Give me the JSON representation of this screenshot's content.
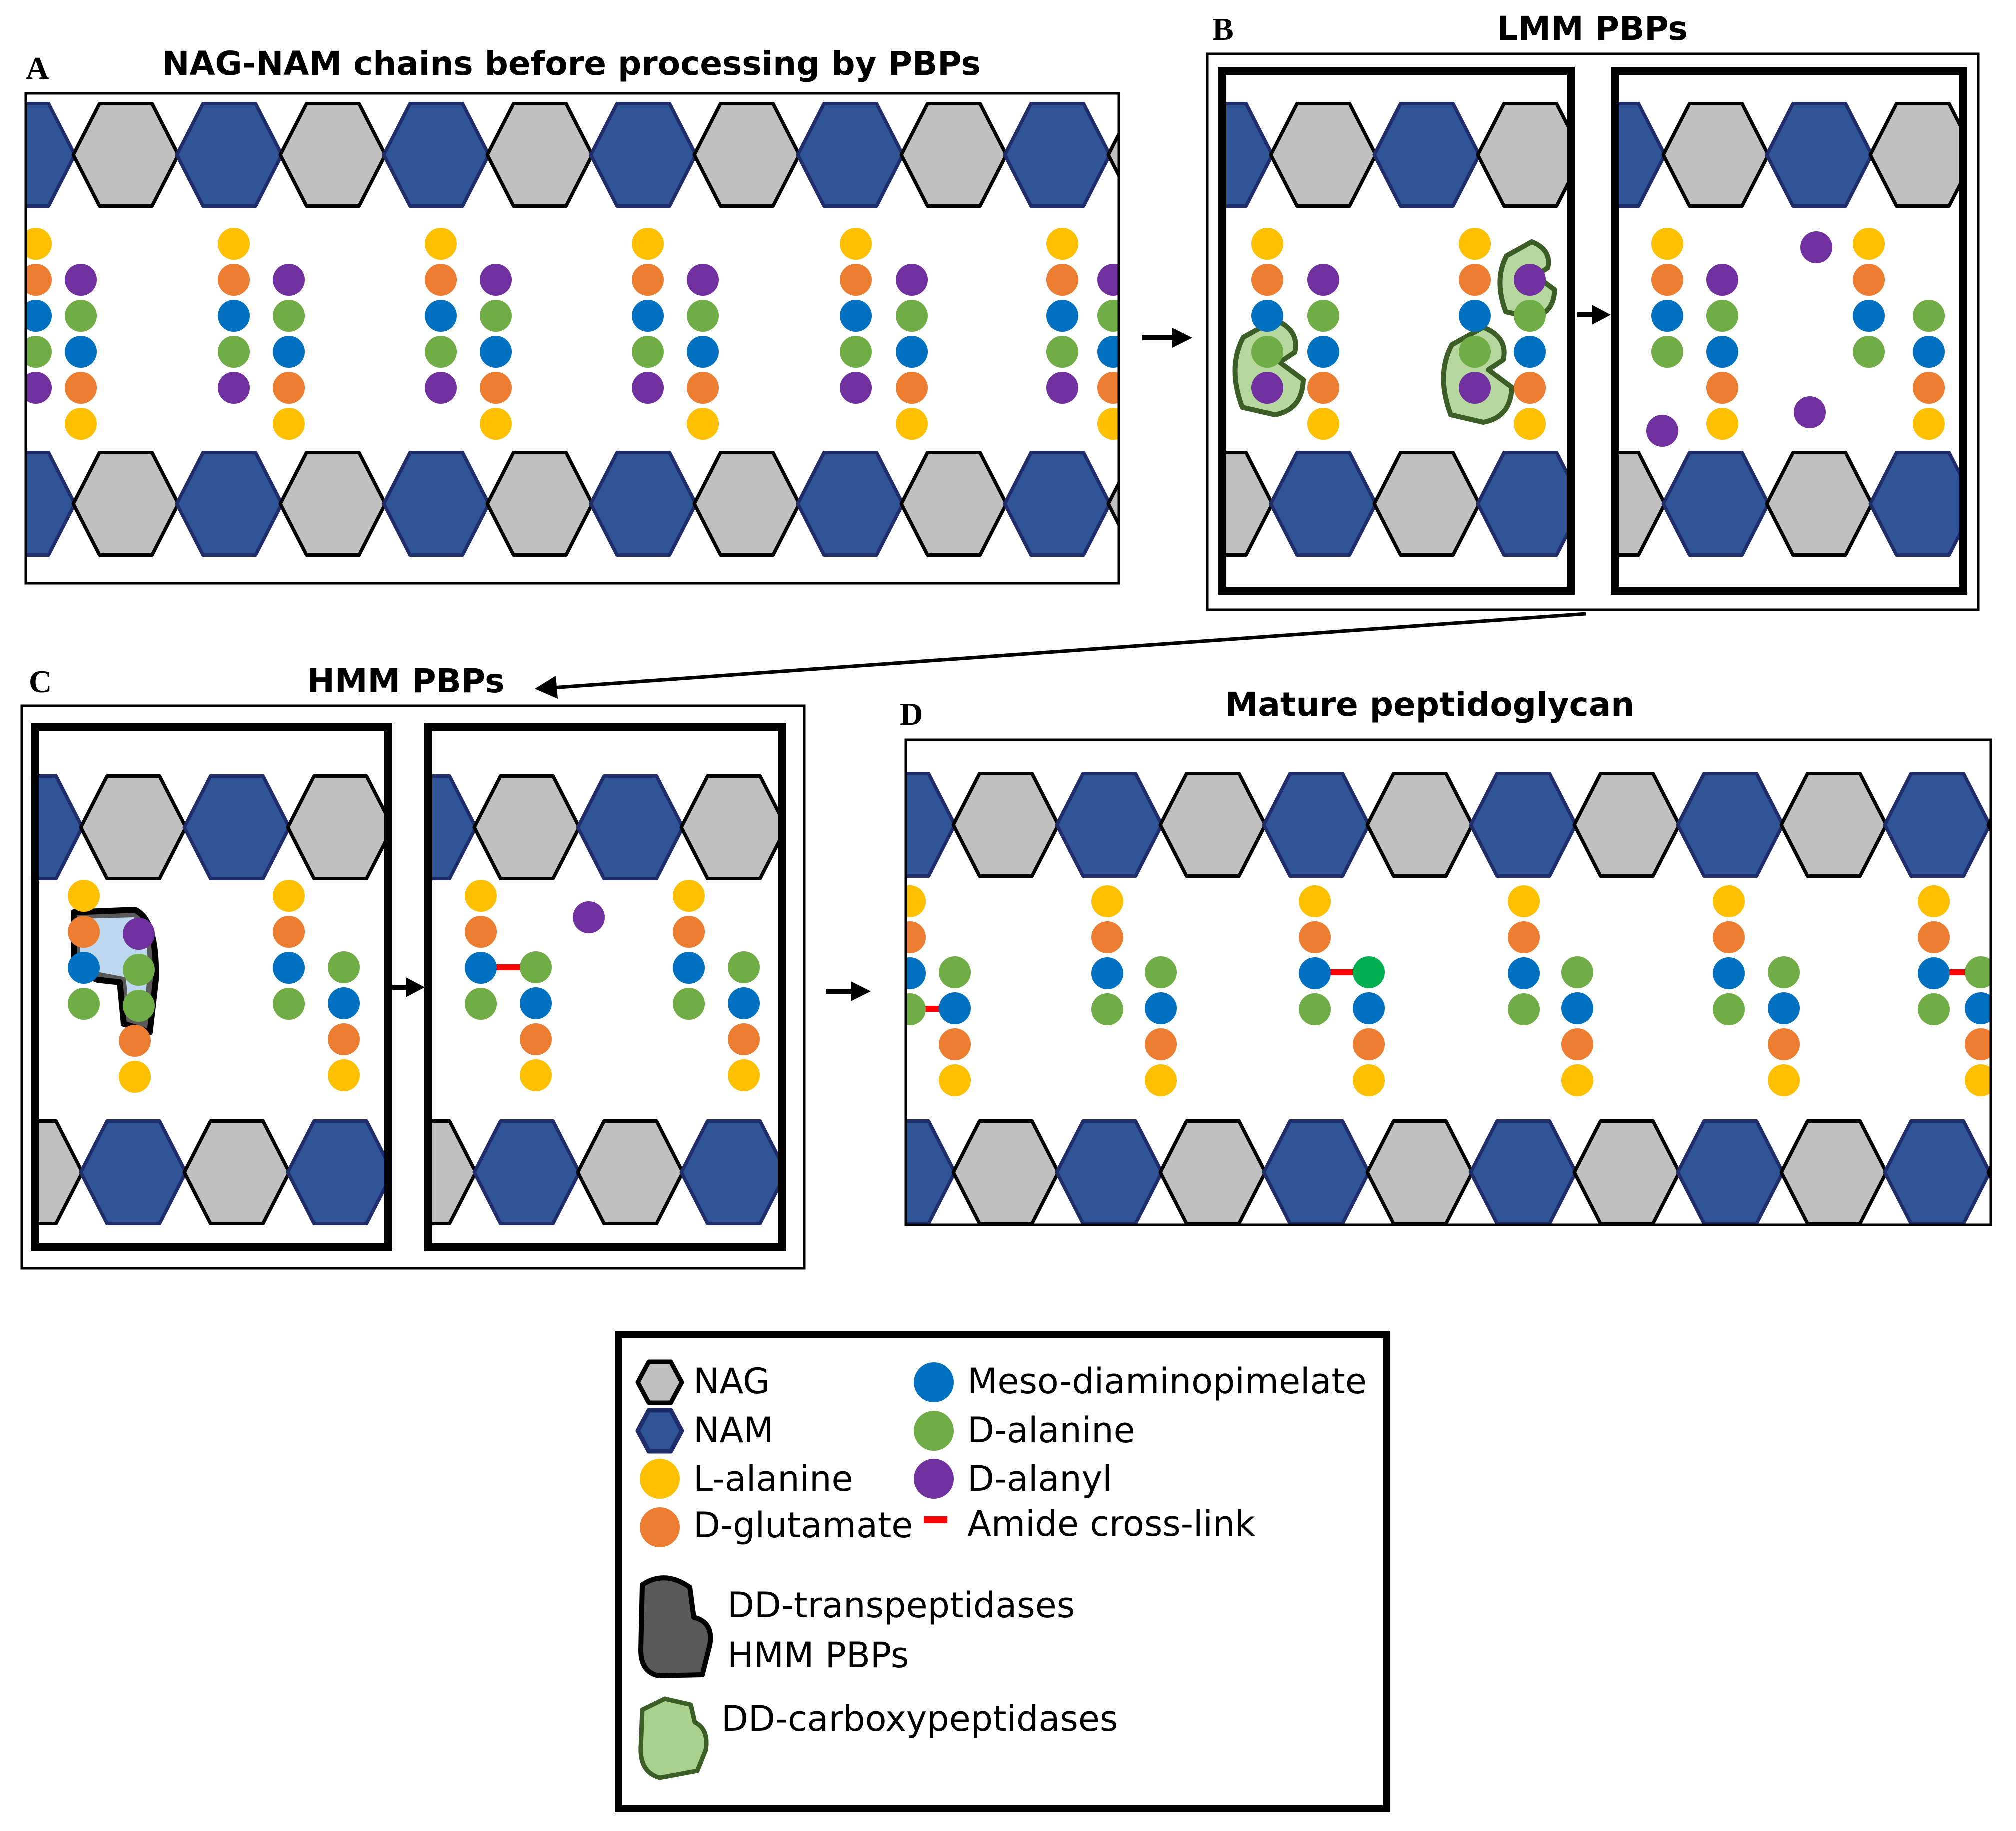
{
  "panels": {
    "a": {
      "letter": "A",
      "title": "NAG-NAM chains before processing by PBPs"
    },
    "b": {
      "letter": "B",
      "title": "LMM PBPs"
    },
    "c": {
      "letter": "C",
      "title": "HMM PBPs"
    },
    "d": {
      "letter": "D",
      "title": "Mature peptidoglycan"
    }
  },
  "legend": {
    "nag": "NAG",
    "nam": "NAM",
    "l_alanine": "L-alanine",
    "d_glutamate": "D-glutamate",
    "meso_dap": "Meso-diaminopimelate",
    "d_alanine": "D-alanine",
    "d_alanyl": "D-alanyl",
    "crosslink": "Amide cross-link",
    "dd_transpeptidases": "DD-transpeptidases",
    "hmm_pbps": "HMM PBPs",
    "dd_carboxypeptidases": "DD-carboxypeptidases"
  },
  "colors": {
    "nag": "#c0c0c0",
    "nam": "#2f5597",
    "nam_stroke": "#1f2d6b",
    "l_alanine": "#ffc000",
    "d_glutamate": "#ed7d31",
    "meso_dap": "#0070c0",
    "d_alanine": "#70ad47",
    "d_alanyl": "#7030a0",
    "crosslink": "#ff0000",
    "transpeptidase": "#595959",
    "carboxypeptidase": "#a9d18e",
    "carboxypeptidase_stroke": "#3a5e26",
    "crosslinked_d_alanine": "#00b050"
  }
}
